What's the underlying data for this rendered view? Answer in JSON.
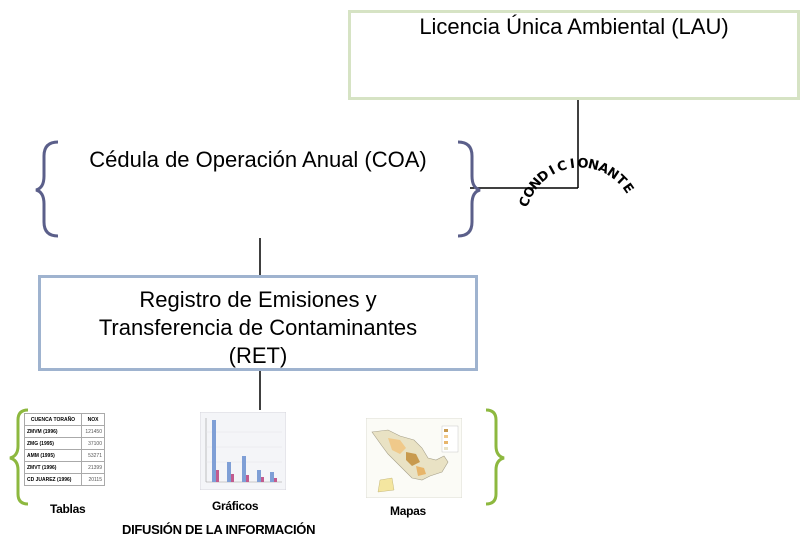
{
  "lau": {
    "title": "Licencia Única Ambiental (LAU)"
  },
  "coa": {
    "title": "Cédula de Operación Anual (COA)"
  },
  "condition": {
    "label": "CONDICIONANTE",
    "letters": [
      "C",
      "O",
      "N",
      "D",
      "I",
      "C",
      "I",
      "O",
      "N",
      "A",
      "N",
      "T",
      "E"
    ]
  },
  "ret": {
    "line1": "Registro de Emisiones y",
    "line2": "Transferencia de Contaminantes",
    "line3": "(RET)"
  },
  "outputs": {
    "tablas": "Tablas",
    "graficos": "Gráficos",
    "mapas": "Mapas",
    "difusion": "DIFUSIÓN DE LA INFORMACIÓN"
  },
  "mini_table": {
    "headers": [
      "CUENCA TORAÑO",
      "NOX"
    ],
    "rows": [
      [
        "ZMVM (1996)",
        "121450"
      ],
      [
        "ZMG (1995)",
        "37100"
      ],
      [
        "AMM (1995)",
        "53271"
      ],
      [
        "ZMVT (1996)",
        "21399"
      ],
      [
        "CD JUAREZ (1996)",
        "20115"
      ]
    ]
  },
  "colors": {
    "lau_border": "#d6e3c4",
    "ret_border": "#9fb3cf",
    "coa_brace": "#5b5f8a",
    "outputs_brace": "#8db83f"
  }
}
